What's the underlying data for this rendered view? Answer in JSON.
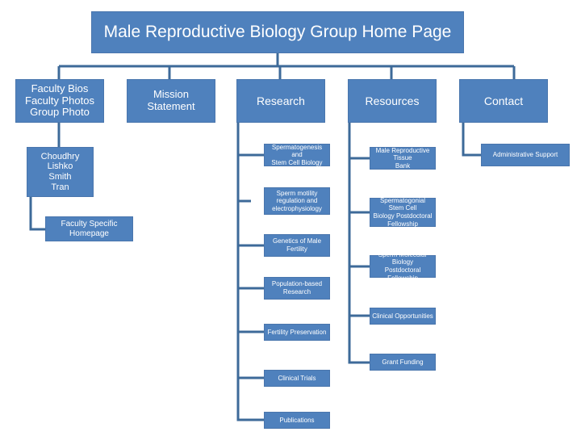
{
  "diagram": {
    "title": "Male Reproductive Biology Group Home Page",
    "faculty": {
      "label": "Faculty Bios\nFaculty Photos\nGroup Photo",
      "names": "Choudhry\nLishko\nSmith\nTran",
      "specific": "Faculty Specific\nHomepage"
    },
    "mission": "Mission\nStatement",
    "research": {
      "label": "Research",
      "items": [
        "Spermatogenesis and\nStem Cell Biology",
        "Sperm motility\nregulation and\nelectrophysiology",
        "Genetics of Male\nFertility",
        "Population-based\nResearch",
        "Fertility Preservation",
        "Clinical Trials",
        "Publications"
      ]
    },
    "resources": {
      "label": "Resources",
      "items": [
        "Male Reproductive Tissue\nBank",
        "Spermatogonial Stem Cell\nBiology Postdoctoral\nFellowship",
        "Sperm Molecular Biology\nPostdoctoral Fellowship",
        "Clinical Opportunities",
        "Grant Funding"
      ]
    },
    "contact": {
      "label": "Contact",
      "items": [
        "Administrative Support"
      ]
    },
    "colors": {
      "box": "#4f81bd",
      "line": "#3d6a99",
      "text": "#ffffff"
    }
  }
}
